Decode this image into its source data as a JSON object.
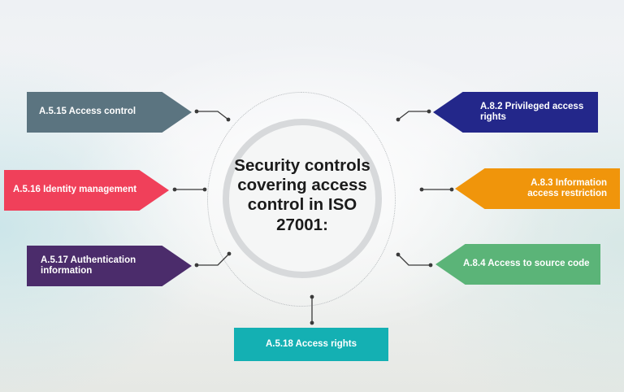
{
  "center": {
    "title": "Security controls covering access control in ISO 27001:"
  },
  "controls": {
    "a515": "A.5.15 Access control",
    "a516": "A.5.16 Identity management",
    "a517": "A.5.17 Authentication information",
    "a518": "A.5.18 Access rights",
    "a82": "A.8.2 Privileged access rights",
    "a83": "A.8.3 Information access restriction",
    "a84": "A.8.4 Access to source code"
  },
  "colors": {
    "a515": "#5b7480",
    "a516": "#f0405a",
    "a517": "#4b2c6b",
    "a518": "#14b0b3",
    "a82": "#23278a",
    "a83": "#f0950b",
    "a84": "#5bb478"
  }
}
